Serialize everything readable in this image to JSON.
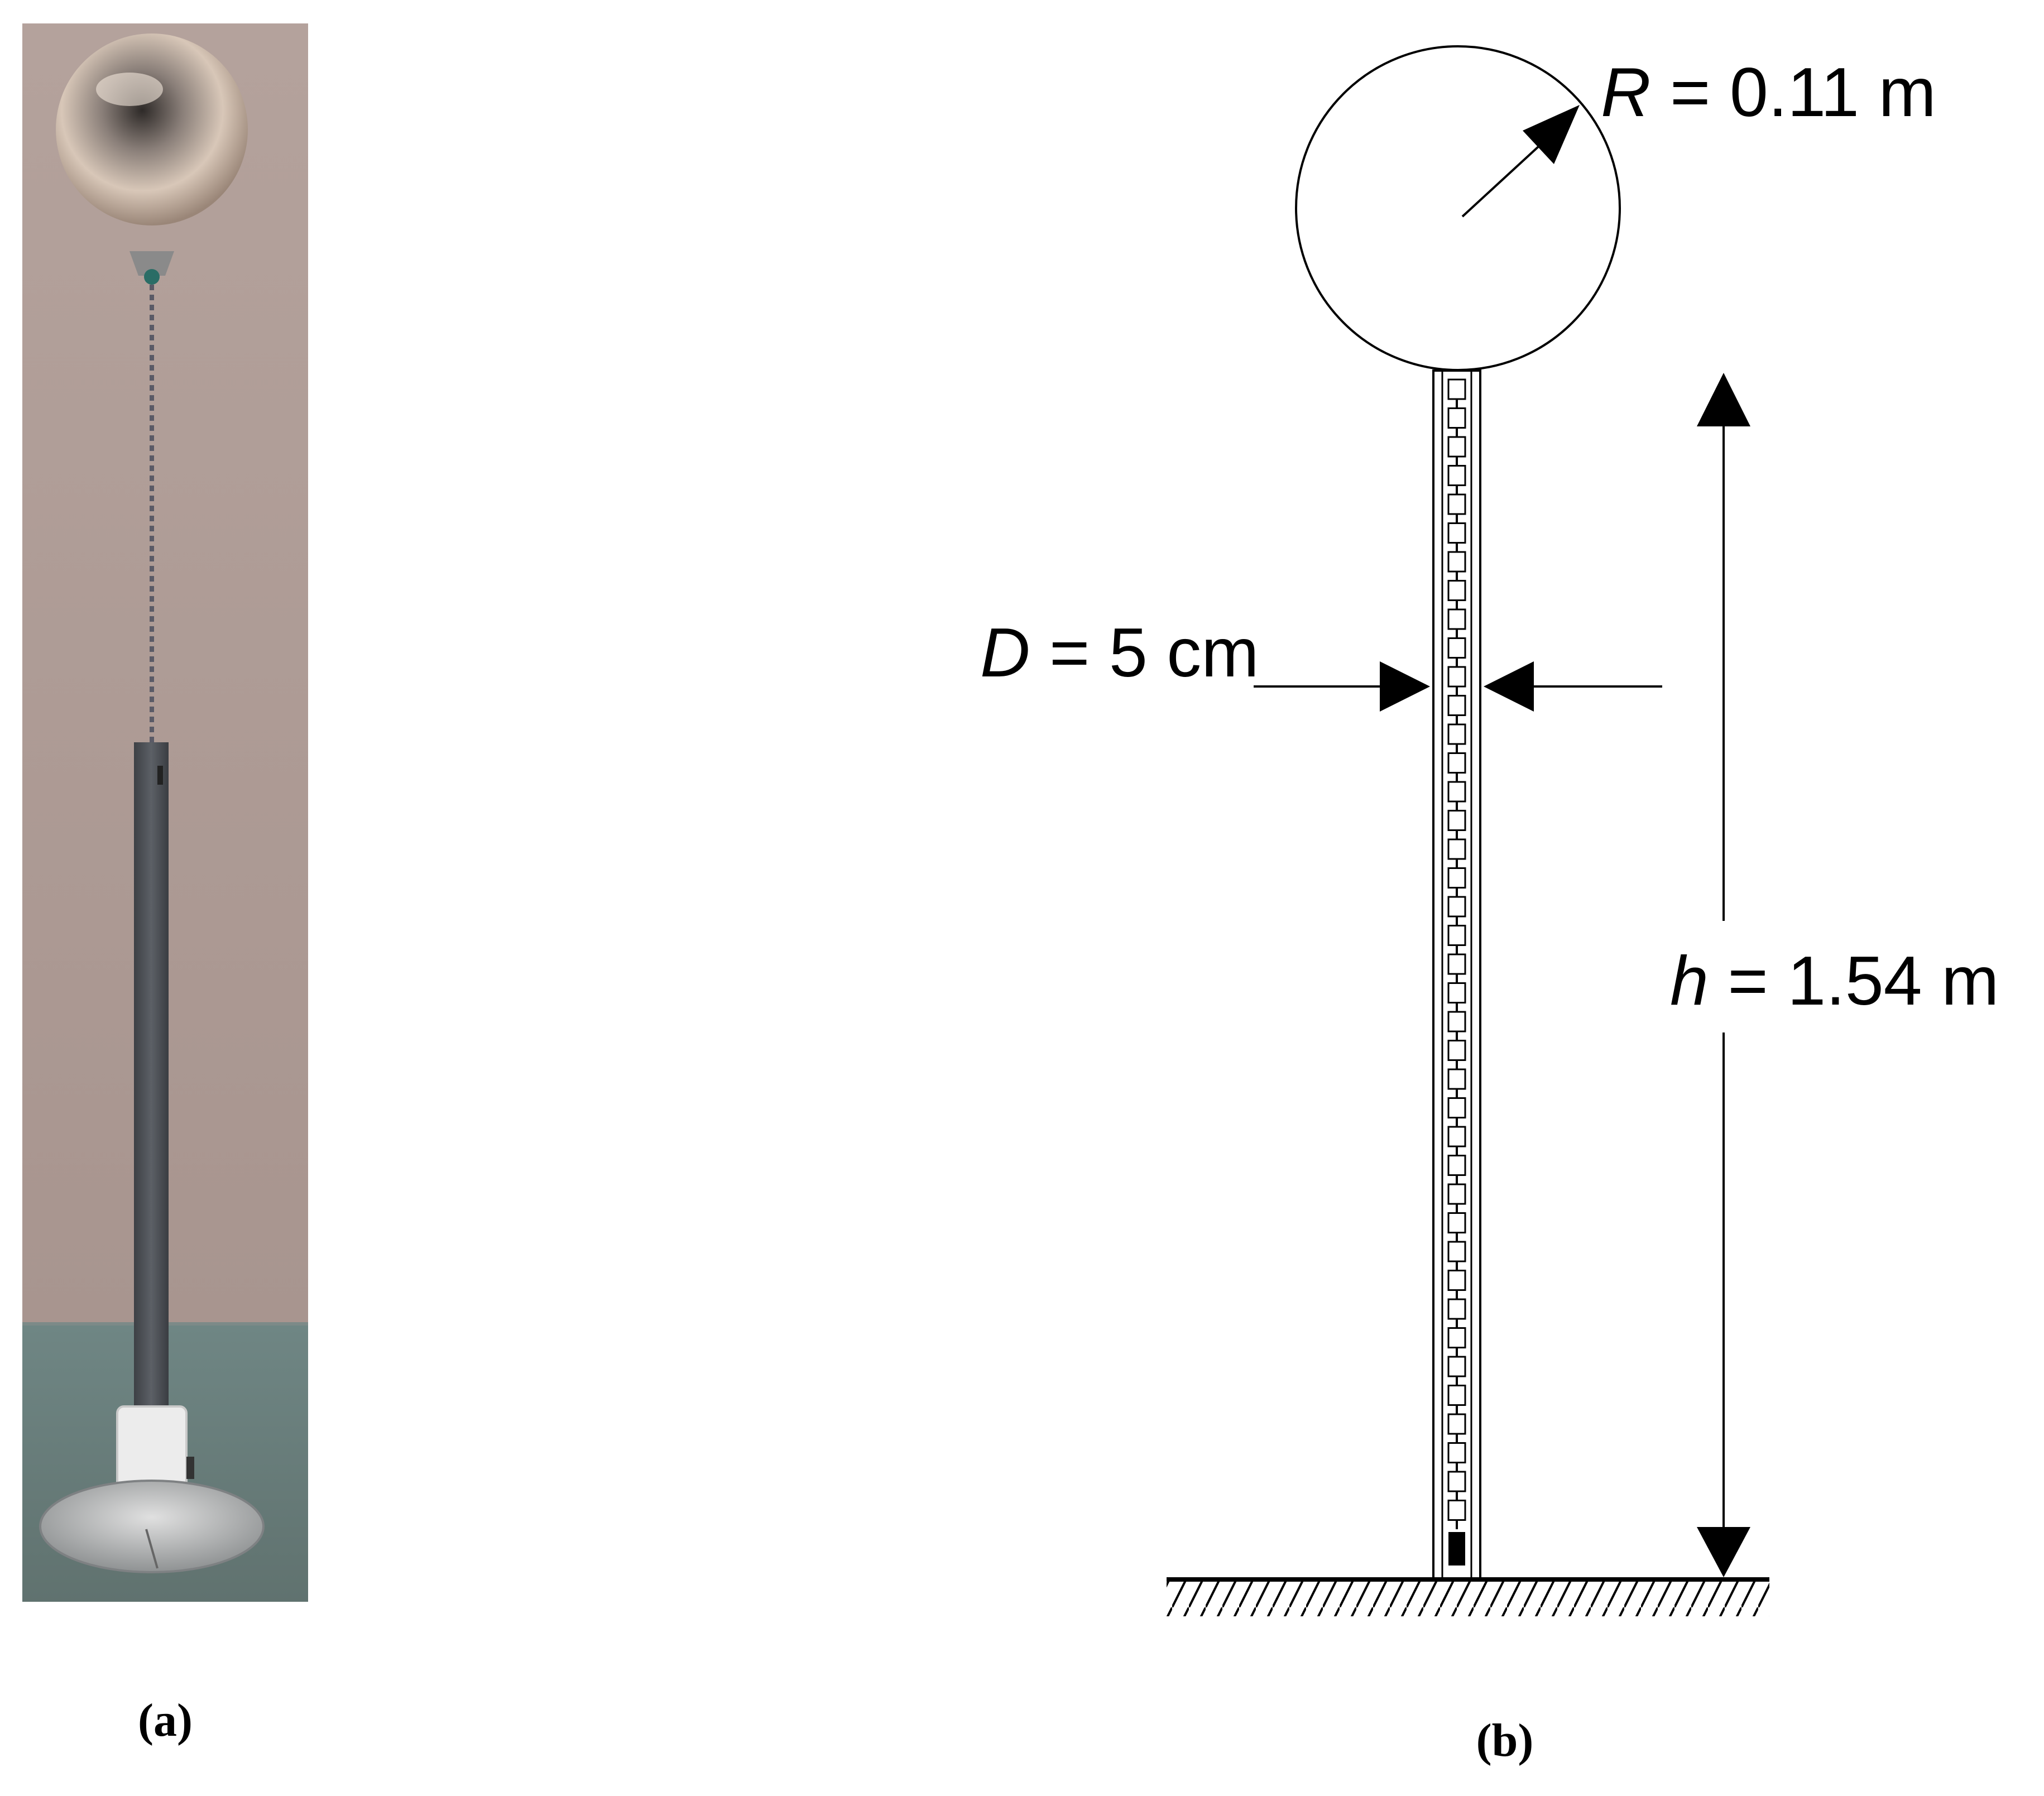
{
  "panel_a": {
    "caption": "(a)",
    "colors": {
      "wall": "#b09d97",
      "floor": "#6a807e",
      "rod": "#4f5257",
      "sphere": "#c9b7aa",
      "insulator": "#eeeeee",
      "base": "#b9b9b9"
    }
  },
  "panel_b": {
    "caption": "(b)",
    "radius": {
      "symbol": "R",
      "text": " = 0.11 m"
    },
    "diameter": {
      "symbol": "D",
      "text": " = 5 cm"
    },
    "height": {
      "symbol": "h",
      "text": " = 1.54 m"
    },
    "chain_links": 40
  }
}
